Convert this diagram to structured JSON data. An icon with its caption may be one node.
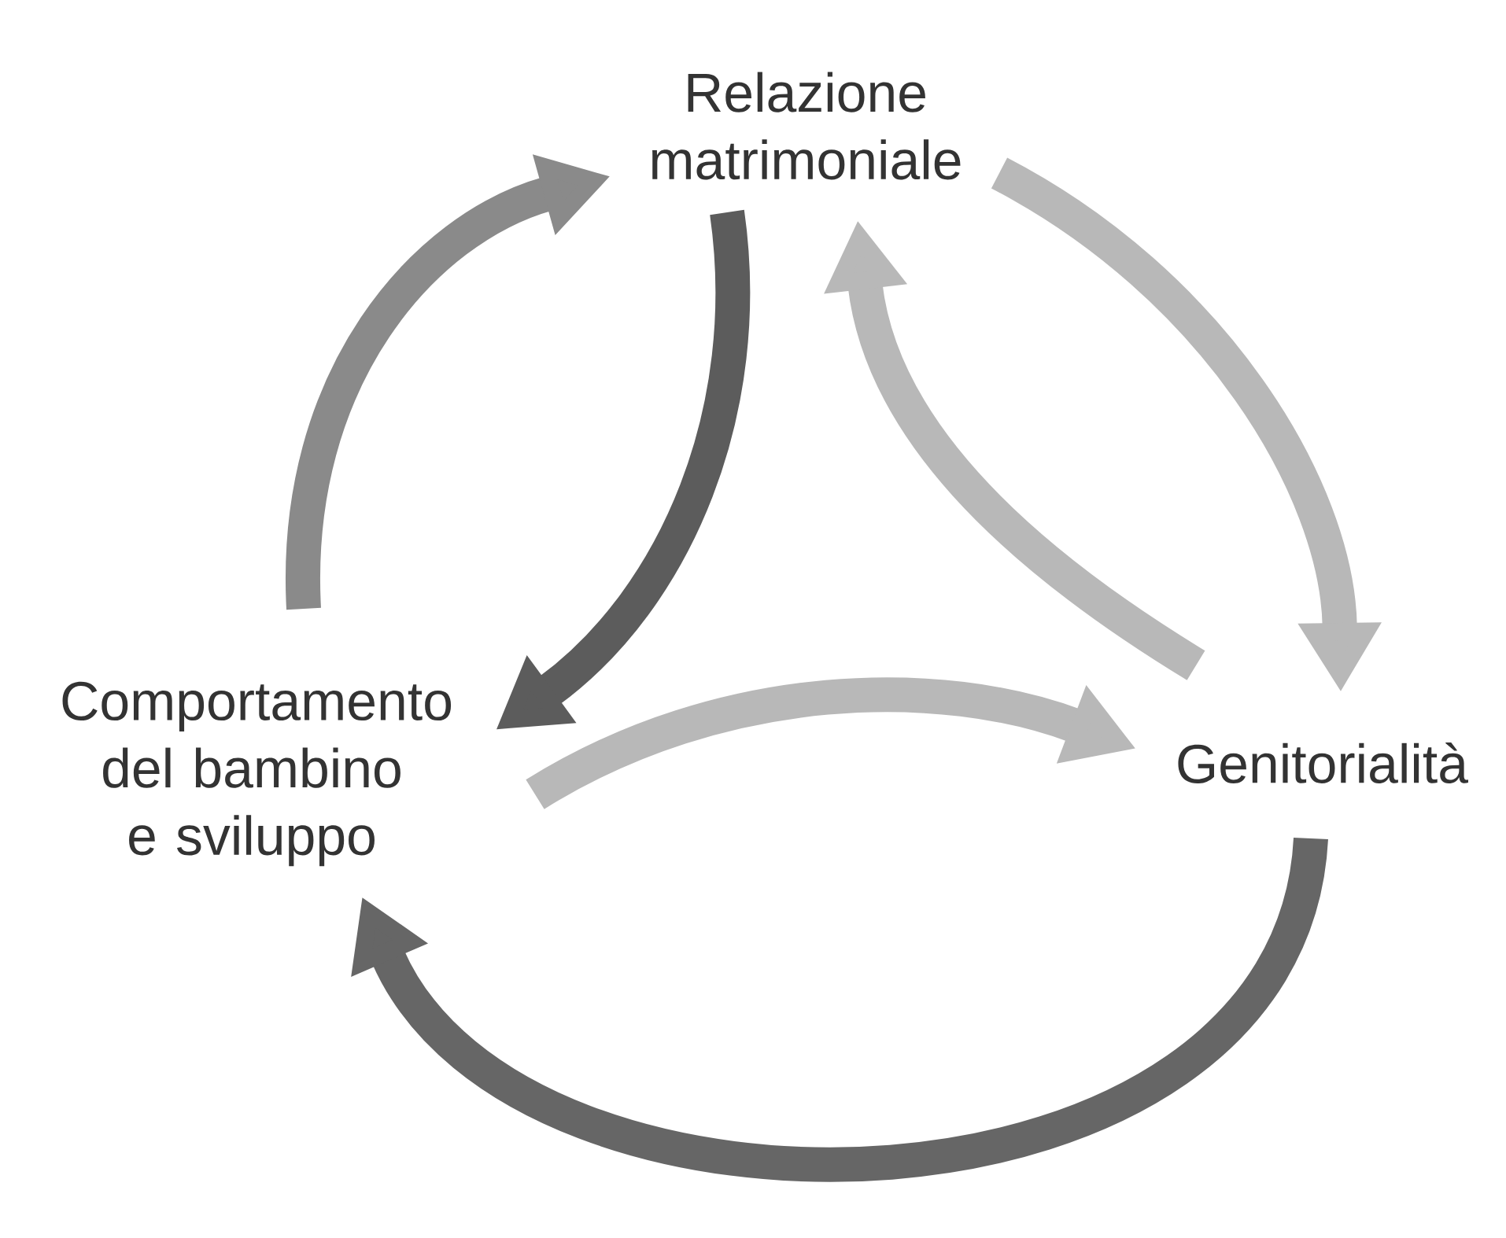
{
  "diagram": {
    "nodes": [
      {
        "text": [
          "Relazione matrimoniale"
        ]
      },
      {
        "text": [
          "Comportamento del bambino e sviluppo"
        ]
      },
      {
        "text": [
          "Genitorialità"
        ]
      }
    ],
    "edges": [
      {
        "from": 1,
        "to": 0,
        "arrow": "to",
        "color": "#8a8a8a"
      },
      {
        "from": 0,
        "to": 1,
        "arrow": "to",
        "color": "#5c5c5c"
      },
      {
        "from": 0,
        "to": 2,
        "arrow": "to"
      },
      {
        "from": 2,
        "to": 0,
        "arrow": "to"
      },
      {
        "from": 1,
        "to": 2,
        "arrow": "to"
      },
      {
        "from": 2,
        "to": 1,
        "arrow": "to",
        "color": "#666666"
      }
    ]
  }
}
